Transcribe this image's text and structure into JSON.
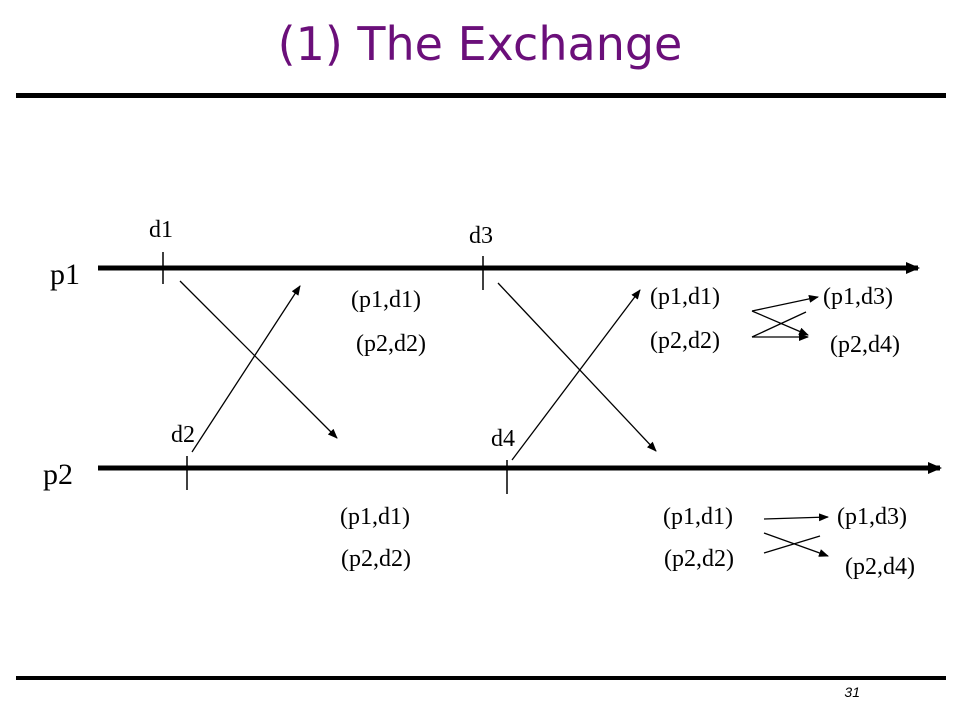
{
  "slide": {
    "title": "(1) The Exchange",
    "page_number": "31"
  },
  "diagram": {
    "processes": [
      "p1",
      "p2"
    ],
    "events": [
      "d1",
      "d3",
      "d2",
      "d4"
    ],
    "state_labels": {
      "p1_mid": [
        "(p1,d1)",
        "(p2,d2)"
      ],
      "p1_right_left": [
        "(p1,d1)",
        "(p2,d2)"
      ],
      "p1_right_right": [
        "(p1,d3)",
        "(p2,d4)"
      ],
      "p2_mid": [
        "(p1,d1)",
        "(p2,d2)"
      ],
      "p2_right_left": [
        "(p1,d1)",
        "(p2,d2)"
      ],
      "p2_right_right": [
        "(p1,d3)",
        "(p2,d4)"
      ]
    }
  }
}
